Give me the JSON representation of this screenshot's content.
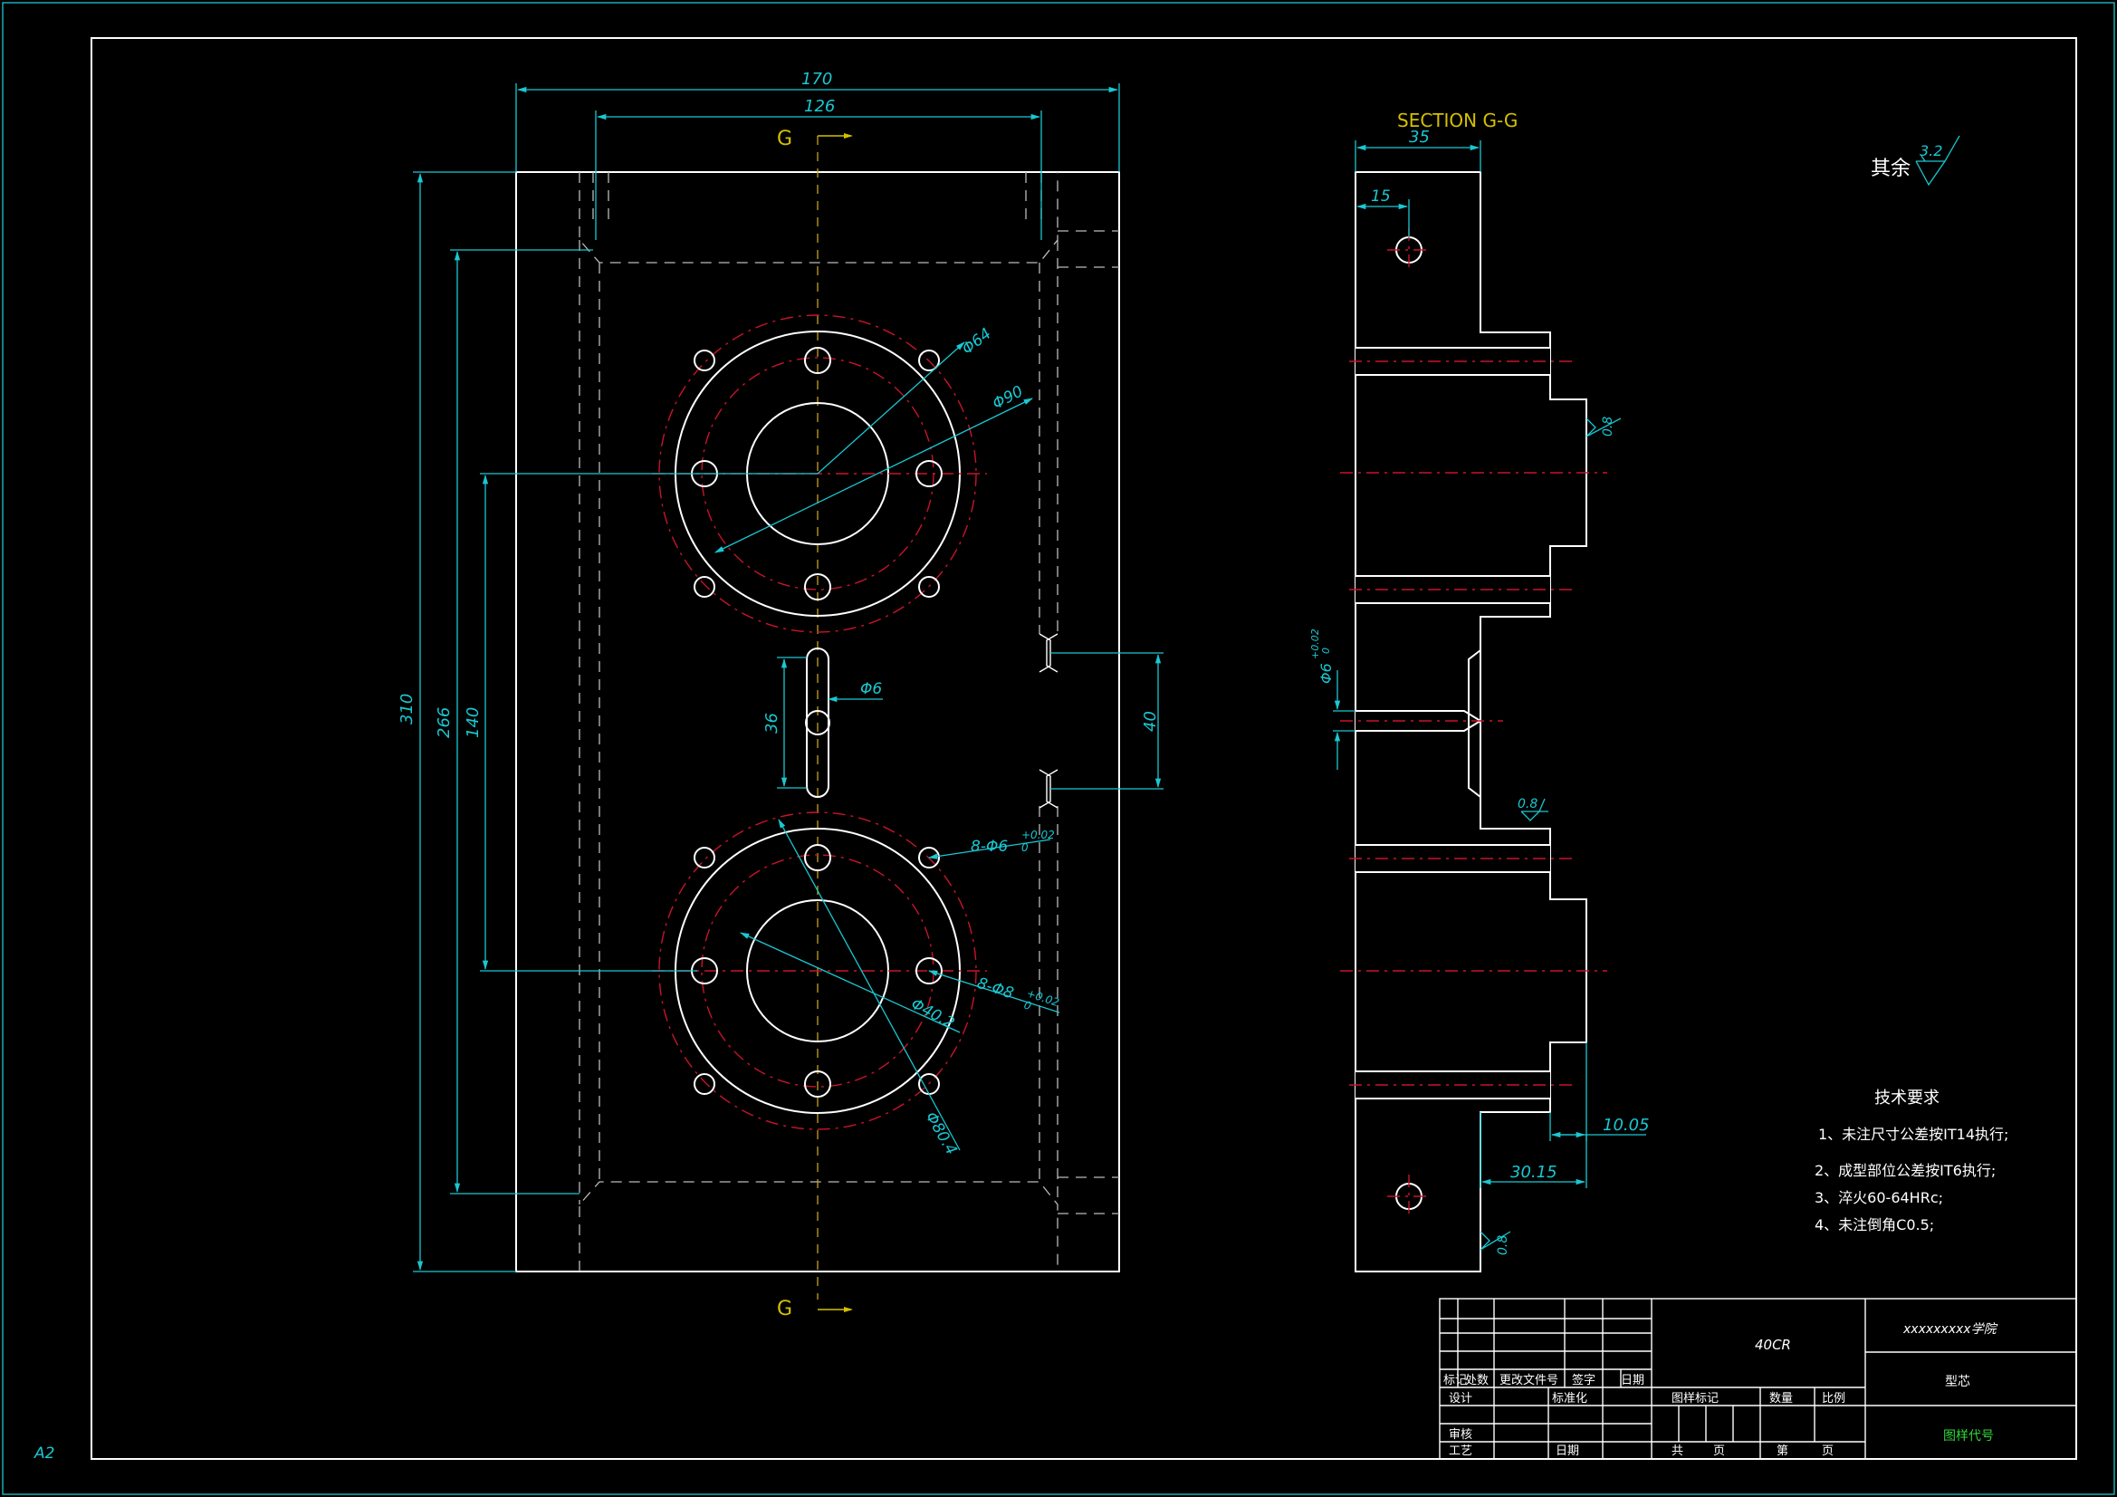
{
  "sheet": {
    "size_label": "A2"
  },
  "section": {
    "title": "SECTION G-G",
    "cut_label": "G"
  },
  "roughness": {
    "rest_label": "其余",
    "rest_value": "3.2",
    "local_value": "0.8"
  },
  "dimensions": {
    "d170": "170",
    "d126": "126",
    "d310": "310",
    "d266": "266",
    "d140": "140",
    "d36": "36",
    "d40": "40",
    "phi6": "Φ6",
    "phi64": "Φ64",
    "phi90": "Φ90",
    "hole_a": "8-Φ6",
    "tol_a": "+0.02",
    "tol_a0": "0",
    "hole_b": "8-Φ8",
    "tol_b": "+0.02",
    "tol_b0": "0",
    "phi40": "Φ40.2",
    "phi80": "Φ80.4",
    "d35": "35",
    "d15": "15",
    "d10": "10.05",
    "d30": "30.15",
    "phi6_side": "Φ6",
    "phi6_side_tol": "+0.02",
    "phi6_side_tol0": "0"
  },
  "notes": {
    "title": "技术要求",
    "items": [
      "1、未注尺寸公差按IT14执行;",
      "2、成型部位公差按IT6执行;",
      "3、淬火60-64HRc;",
      "4、未注倒角C0.5;"
    ]
  },
  "title_block": {
    "material": "40CR",
    "school": "xxxxxxxxx学院",
    "part_name": "型芯",
    "drawing_no": "图样代号",
    "h_mark": "标记",
    "h_count": "处数",
    "h_change": "更改文件号",
    "h_sign": "签字",
    "h_date": "日期",
    "h_design": "设计",
    "h_std": "标准化",
    "h_check": "审核",
    "h_process": "工艺",
    "h_date2": "日期",
    "h_stage": "图样标记",
    "h_qty": "数量",
    "h_scale": "比例",
    "h_total": "共",
    "h_page": "页",
    "h_sheet": "第",
    "h_page2": "页"
  }
}
